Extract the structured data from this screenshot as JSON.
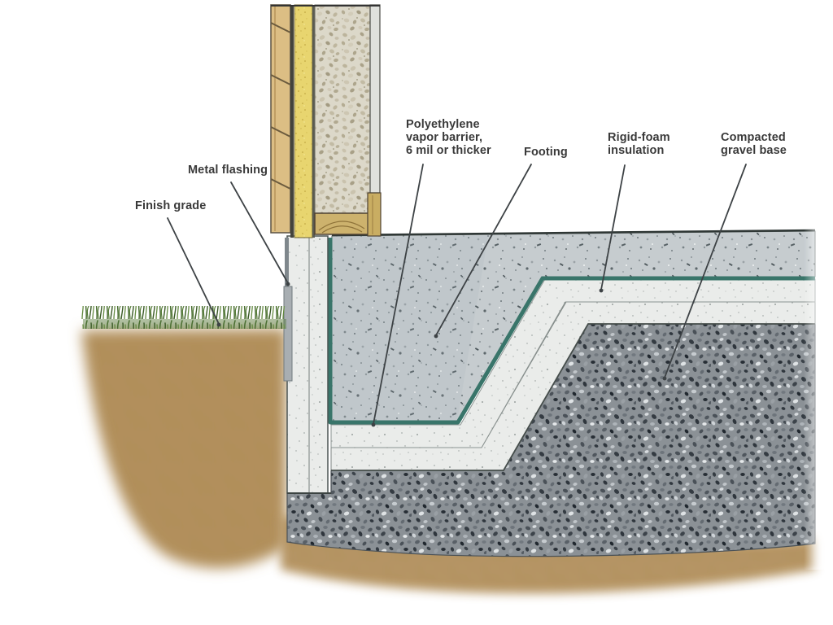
{
  "diagram": {
    "labels": {
      "finish_grade": "Finish grade",
      "metal_flashing": "Metal flashing",
      "vapor_barrier": "Polyethylene\nvapor barrier,\n6 mil or thicker",
      "footing": "Footing",
      "rigid_foam": "Rigid-foam\ninsulation",
      "gravel_base": "Compacted\ngravel base"
    },
    "colors": {
      "label_text": "#3a3a3a",
      "leader_line": "#3d4245",
      "vapor_barrier_teal": "#39756a",
      "slab_concrete": "#c6cccf",
      "footing_concrete": "#eaecea",
      "gravel": "#8b9196",
      "soil": "#b2905c",
      "grass": "#4e7134",
      "siding_wood": "#dcbe84",
      "sheathing_yellow": "#e8d56f",
      "flashing_gray": "#a8aeb2"
    }
  }
}
